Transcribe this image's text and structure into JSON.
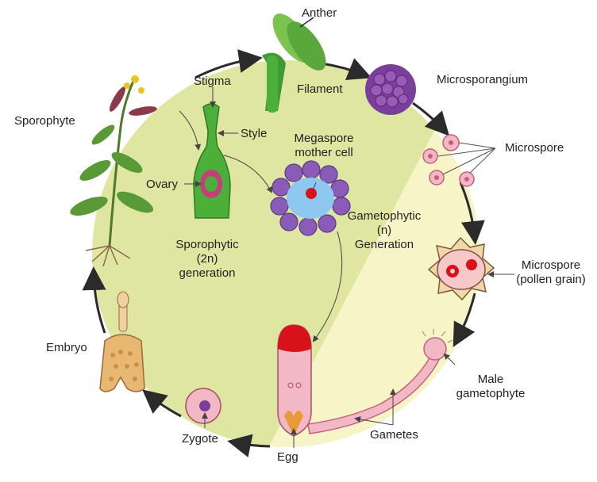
{
  "labels": {
    "anther": "Anther",
    "filament": "Filament",
    "microsporangium": "Microsporangium",
    "microspore": "Microspore",
    "pollen_line1": "Microspore",
    "pollen_line2": "(pollen grain)",
    "male_line1": "Male",
    "male_line2": "gametophyte",
    "gametes": "Gametes",
    "egg": "Egg",
    "zygote": "Zygote",
    "embryo": "Embryo",
    "sporophyte": "Sporophyte",
    "stigma": "Stigma",
    "style": "Style",
    "ovary": "Ovary",
    "megaspore_line1": "Megaspore",
    "megaspore_line2": "mother cell",
    "gameto_line1": "Gametophytic",
    "gameto_line2": "(n)",
    "gameto_line3": "Generation",
    "sporo_line1": "Sporophytic",
    "sporo_line2": "(2n)",
    "sporo_line3": "generation"
  },
  "colors": {
    "sporophytic_region": "#dfe6a2",
    "gametophytic_region": "#f7f4c8",
    "cycle_arrow": "#2b2b2b",
    "anther_green": "#4caf3a",
    "microsporangium": "#7a3f9a",
    "cell_pink": "#f2b8c6",
    "egg_red": "#d8121a"
  }
}
